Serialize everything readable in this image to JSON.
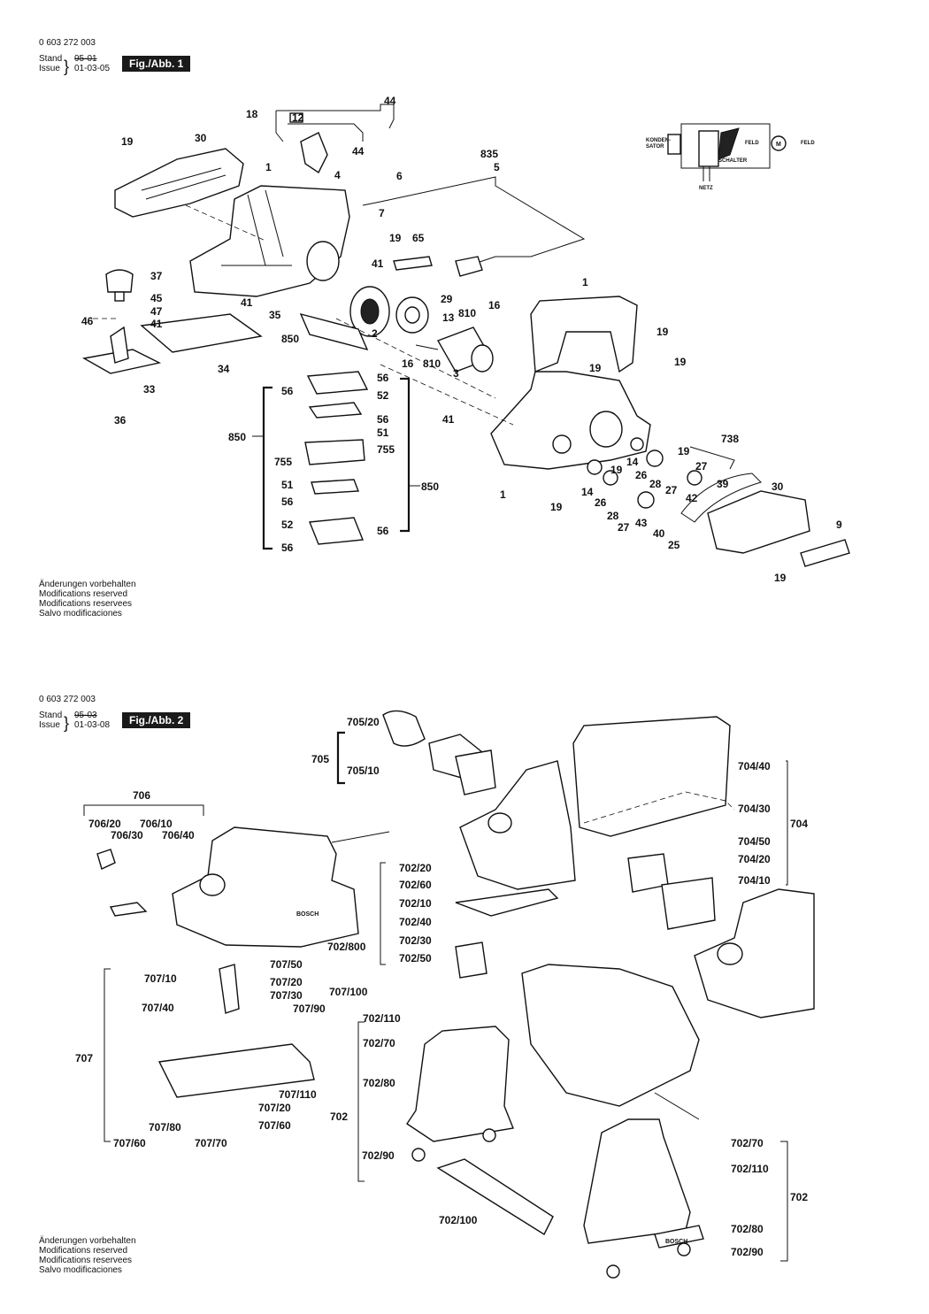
{
  "sheet1": {
    "doc_number": "0 603 272 003",
    "stand_label": "Stand",
    "issue_label": "Issue",
    "old_date": "95-01",
    "new_date": "01-03-05",
    "fig_label": "Fig./Abb. 1",
    "disclaimer": [
      "Änderungen vorbehalten",
      "Modifications reserved",
      "Modifications reservees",
      "Salvo modificaciones"
    ],
    "wiring_labels": {
      "kondensator": "KONDEN-\nSATOR",
      "schalter": "SCHALTER",
      "netz": "NETZ",
      "feld": "FELD",
      "motor": "M"
    }
  },
  "sheet2": {
    "doc_number": "0 603 272 003",
    "stand_label": "Stand",
    "issue_label": "Issue",
    "old_date": "95-03",
    "new_date": "01-03-08",
    "fig_label": "Fig./Abb. 2",
    "disclaimer": [
      "Änderungen vorbehalten",
      "Modifications reserved",
      "Modifications reservees",
      "Salvo modificaciones"
    ],
    "brand": "BOSCH"
  },
  "fig1_labels": [
    "44",
    "18",
    "12",
    "44",
    "19",
    "30",
    "1",
    "4",
    "835",
    "5",
    "6",
    "7",
    "19",
    "65",
    "41",
    "37",
    "45",
    "47",
    "41",
    "46",
    "29",
    "16",
    "810",
    "13",
    "35",
    "2",
    "850",
    "41",
    "1",
    "19",
    "19",
    "16",
    "810",
    "3",
    "19",
    "34",
    "33",
    "36",
    "56",
    "56",
    "52",
    "56",
    "850",
    "51",
    "755",
    "755",
    "51",
    "850",
    "56",
    "52",
    "56",
    "56",
    "41",
    "738",
    "14",
    "19",
    "27",
    "26",
    "28",
    "27",
    "19",
    "39",
    "14",
    "26",
    "28",
    "42",
    "30",
    "1",
    "19",
    "43",
    "27",
    "40",
    "25",
    "9",
    "19"
  ],
  "fig2_labels": [
    "705/20",
    "705",
    "705/10",
    "706",
    "706/20",
    "706/10",
    "706/30",
    "706/40",
    "704/40",
    "704/30",
    "704",
    "704/50",
    "704/20",
    "704/10",
    "702/20",
    "702/60",
    "702/10",
    "702/40",
    "702/800",
    "702/30",
    "702/50",
    "707/50",
    "707/10",
    "707/20",
    "707/30",
    "707/100",
    "707/40",
    "707/90",
    "702/110",
    "702/70",
    "707",
    "702/80",
    "707/110",
    "702",
    "707/20",
    "707/80",
    "707/60",
    "707/60",
    "707/70",
    "702/90",
    "702/70",
    "702/110",
    "702",
    "702/100",
    "702/80",
    "702/90"
  ]
}
